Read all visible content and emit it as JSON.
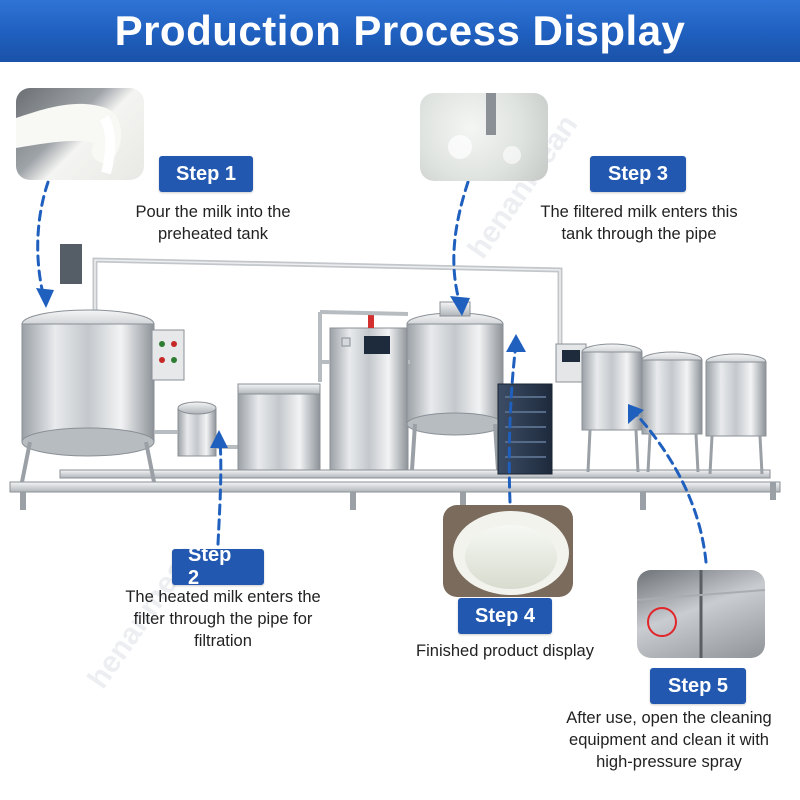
{
  "header": {
    "title": "Production Process Display"
  },
  "steps": [
    {
      "label": "Step 1",
      "caption_line1": "Pour the milk into the",
      "caption_line2": "preheated tank"
    },
    {
      "label": "Step 2",
      "caption_line1": "The heated milk enters the",
      "caption_line2": "filter through the pipe for",
      "caption_line3": "filtration"
    },
    {
      "label": "Step 3",
      "caption_line1": "The filtered milk enters this",
      "caption_line2": "tank through the pipe"
    },
    {
      "label": "Step 4",
      "caption_line1": "Finished product display"
    },
    {
      "label": "Step 5",
      "caption_line1": "After use, open the cleaning",
      "caption_line2": "equipment and clean it with",
      "caption_line3": "high-pressure spray"
    }
  ],
  "colors": {
    "header_blue": "#1f5fbe",
    "badge_blue": "#2258b0",
    "arrow_blue": "#1f5fbe",
    "highlight_red": "#e0262b"
  },
  "watermark": {
    "text": "henanmean"
  }
}
